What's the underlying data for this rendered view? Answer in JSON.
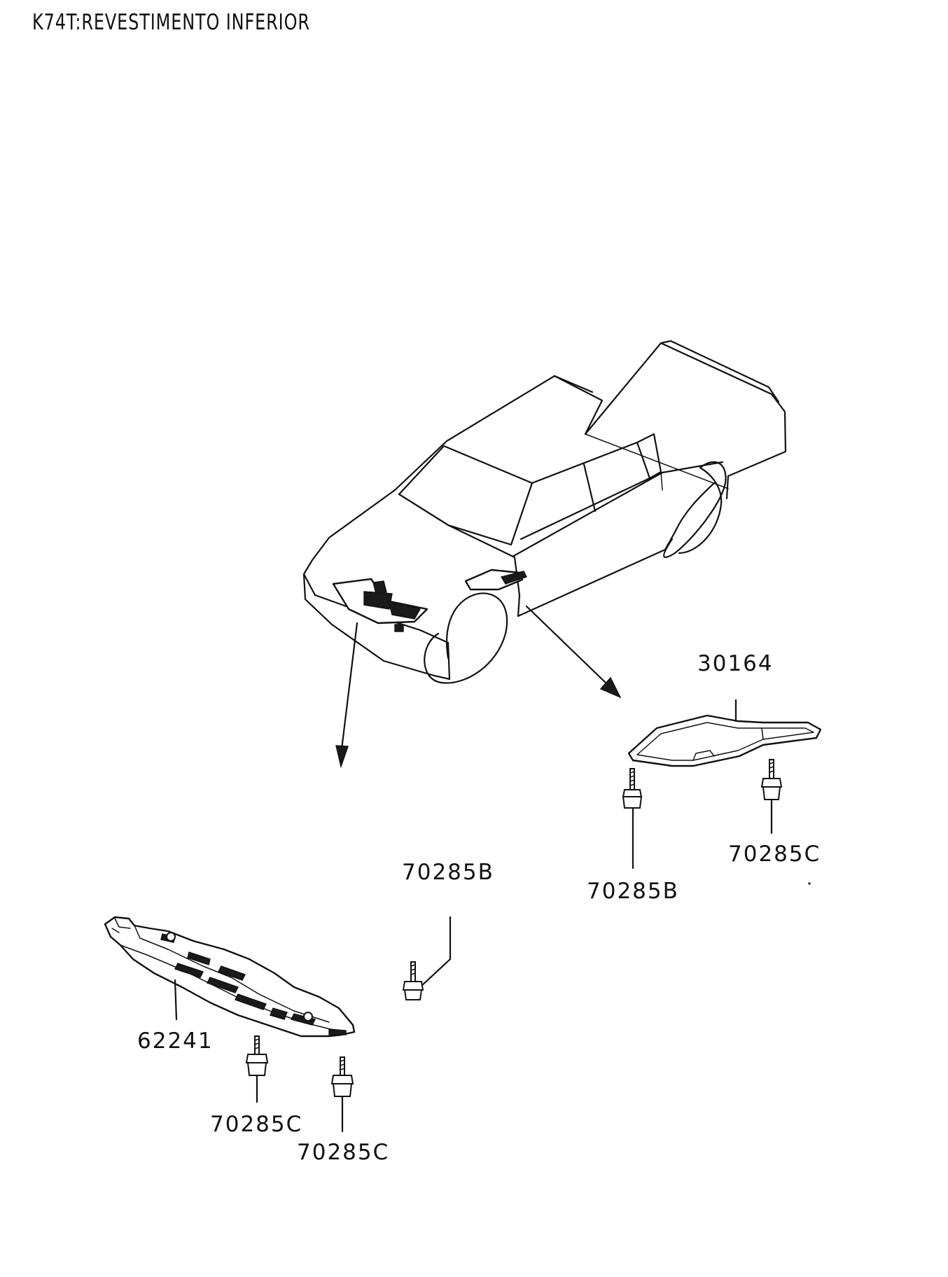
{
  "title": "K74T:REVESTIMENTO INFERIOR",
  "parts": {
    "cover_rear": "30164",
    "bolt_rear_left": "70285B",
    "bolt_rear_right": "70285C",
    "bolt_center": "70285B",
    "cover_front": "62241",
    "bolt_front_left": "70285C",
    "bolt_front_right": "70285C"
  }
}
